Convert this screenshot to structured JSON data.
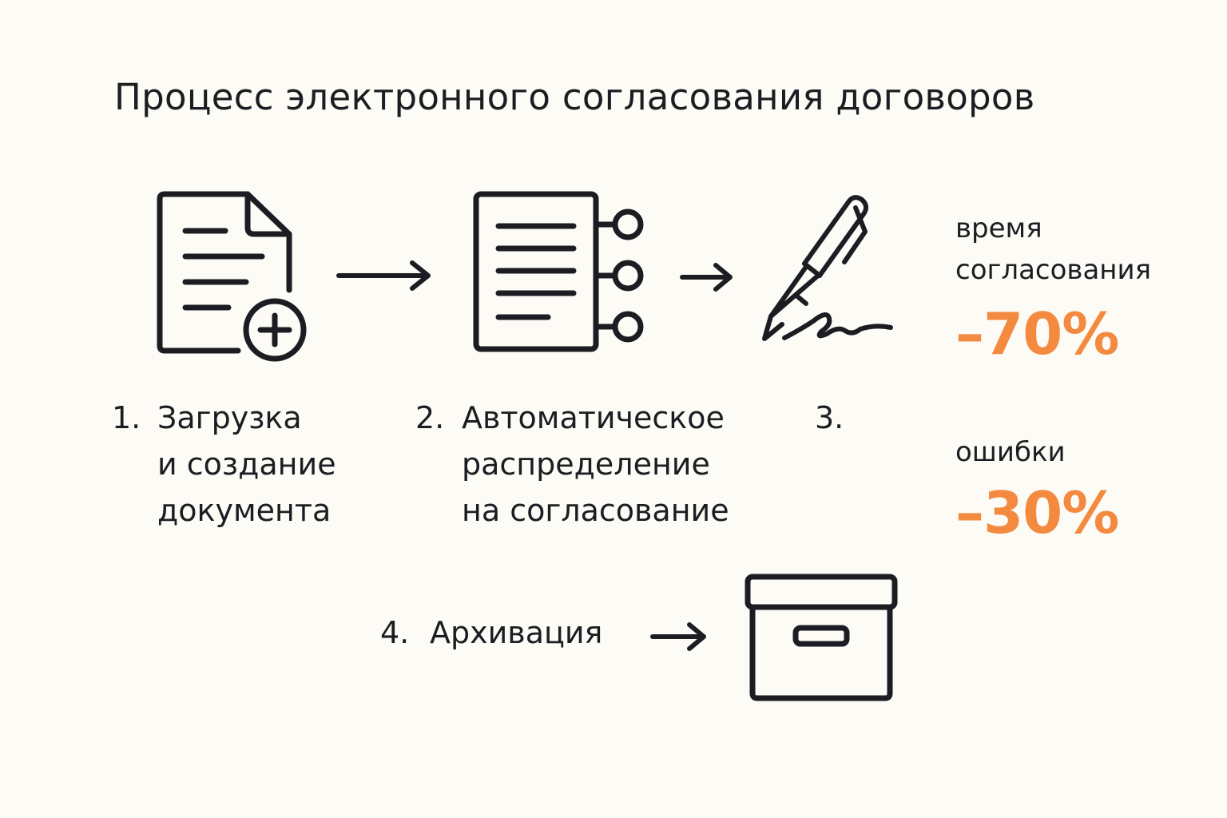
{
  "title": "Процесс электронного согласования договоров",
  "steps": [
    {
      "number": "1.",
      "lines": [
        "Загрузка",
        "и создание",
        "документа"
      ],
      "icon": "document-add-icon"
    },
    {
      "number": "2.",
      "lines": [
        "Автоматическое",
        "распределение",
        "на согласование"
      ],
      "icon": "routing-document-icon"
    },
    {
      "number": "3.",
      "lines": [],
      "icon": "pen-signature-icon"
    },
    {
      "number": "4.",
      "lines": [
        "Архивация"
      ],
      "icon": "archive-box-icon"
    }
  ],
  "metrics": [
    {
      "label_lines": [
        "время",
        "согласования"
      ],
      "value": "–70%"
    },
    {
      "label_lines": [
        "ошибки"
      ],
      "value": "–30%"
    }
  ],
  "colors": {
    "background": "#fdfbf5",
    "ink": "#1b1d22",
    "accent": "#f38a3f"
  }
}
